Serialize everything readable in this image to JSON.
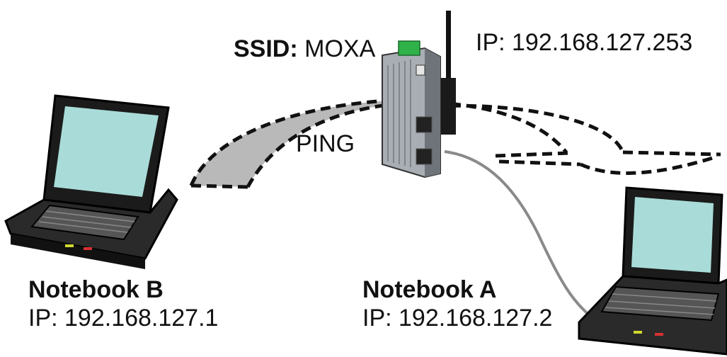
{
  "ap": {
    "ssid_label": "SSID:",
    "ssid_value": "MOXA",
    "ip": "IP: 192.168.127.253",
    "device_icon": "wireless-access-point-icon"
  },
  "ping_label": "PING",
  "notebook_b": {
    "name": "Notebook B",
    "ip": "IP: 192.168.127.1",
    "icon": "laptop-icon"
  },
  "notebook_a": {
    "name": "Notebook A",
    "ip": "IP: 192.168.127.2",
    "icon": "laptop-icon"
  },
  "colors": {
    "ping_fill": "#b9b9b9",
    "screen": "#a9dcd8",
    "device_body": "#a8aeb3",
    "terminal_green": "#2fb24a",
    "cable": "#8a8a8a"
  }
}
